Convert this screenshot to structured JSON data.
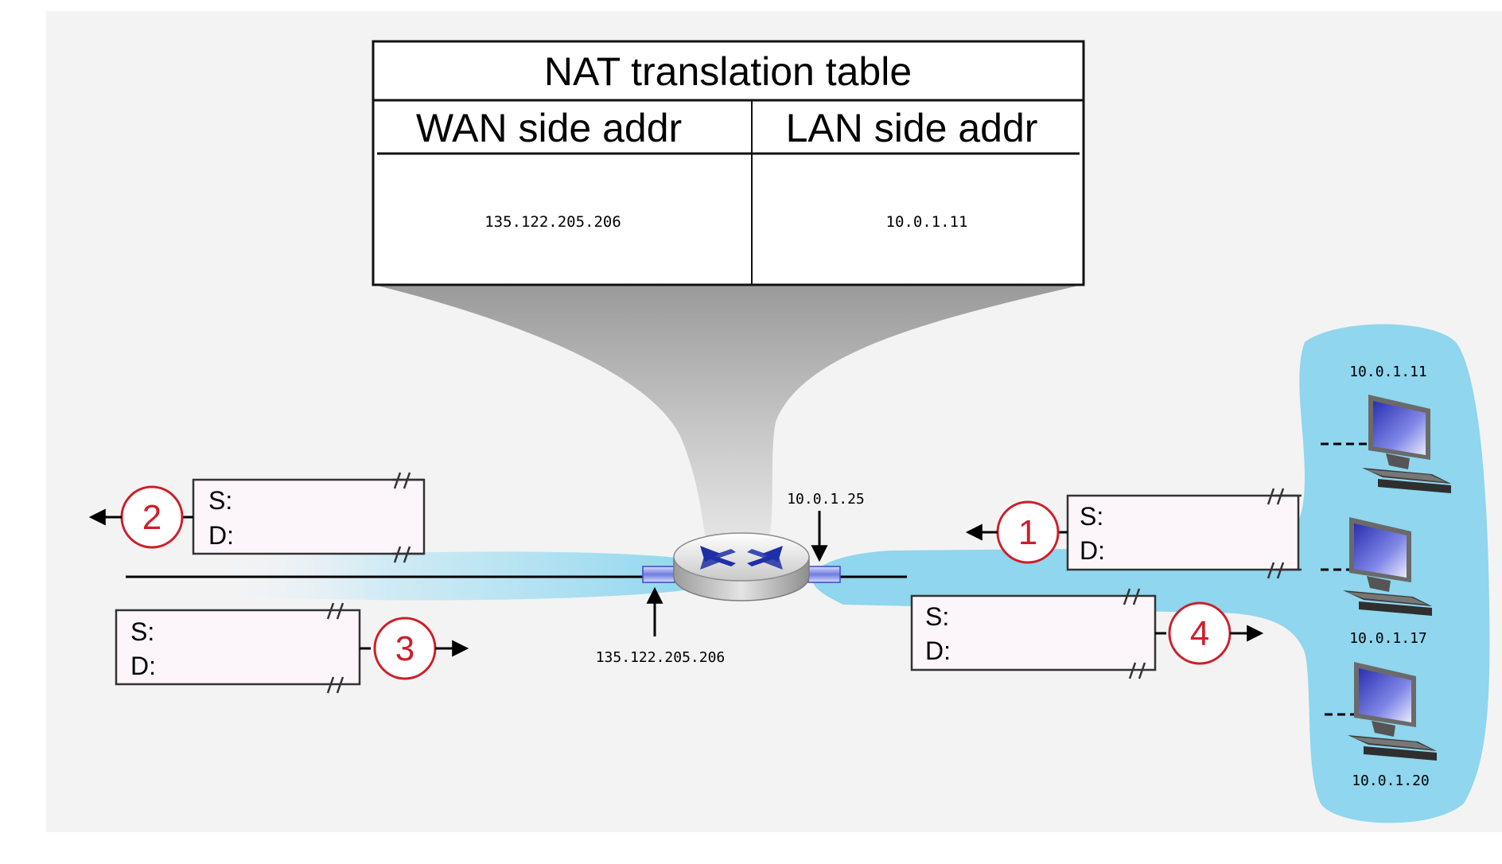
{
  "nat_table": {
    "title": "NAT translation table",
    "columns": [
      "WAN side addr",
      "LAN side addr"
    ],
    "rows": [
      {
        "wan": "135.122.205.206",
        "lan": "10.0.1.11"
      }
    ]
  },
  "router": {
    "wan_ip": "135.122.205.206",
    "lan_ip": "10.0.1.25"
  },
  "hosts": [
    {
      "ip": "10.0.1.11"
    },
    {
      "ip": "10.0.1.17"
    },
    {
      "ip": "10.0.1.20"
    }
  ],
  "packets": {
    "p1": {
      "step": "1",
      "source_label": "S:",
      "dest_label": "D:"
    },
    "p2": {
      "step": "2",
      "source_label": "S:",
      "dest_label": "D:"
    },
    "p3": {
      "step": "3",
      "source_label": "S:",
      "dest_label": "D:"
    },
    "p4": {
      "step": "4",
      "source_label": "S:",
      "dest_label": "D:"
    }
  },
  "colors": {
    "background": "#f3f3f4",
    "lan_cloud": "#8fd6ee",
    "step_red": "#cc1f2a",
    "packet_fill": "#fcf6fb",
    "router_arrows": "#1f2fa8"
  }
}
